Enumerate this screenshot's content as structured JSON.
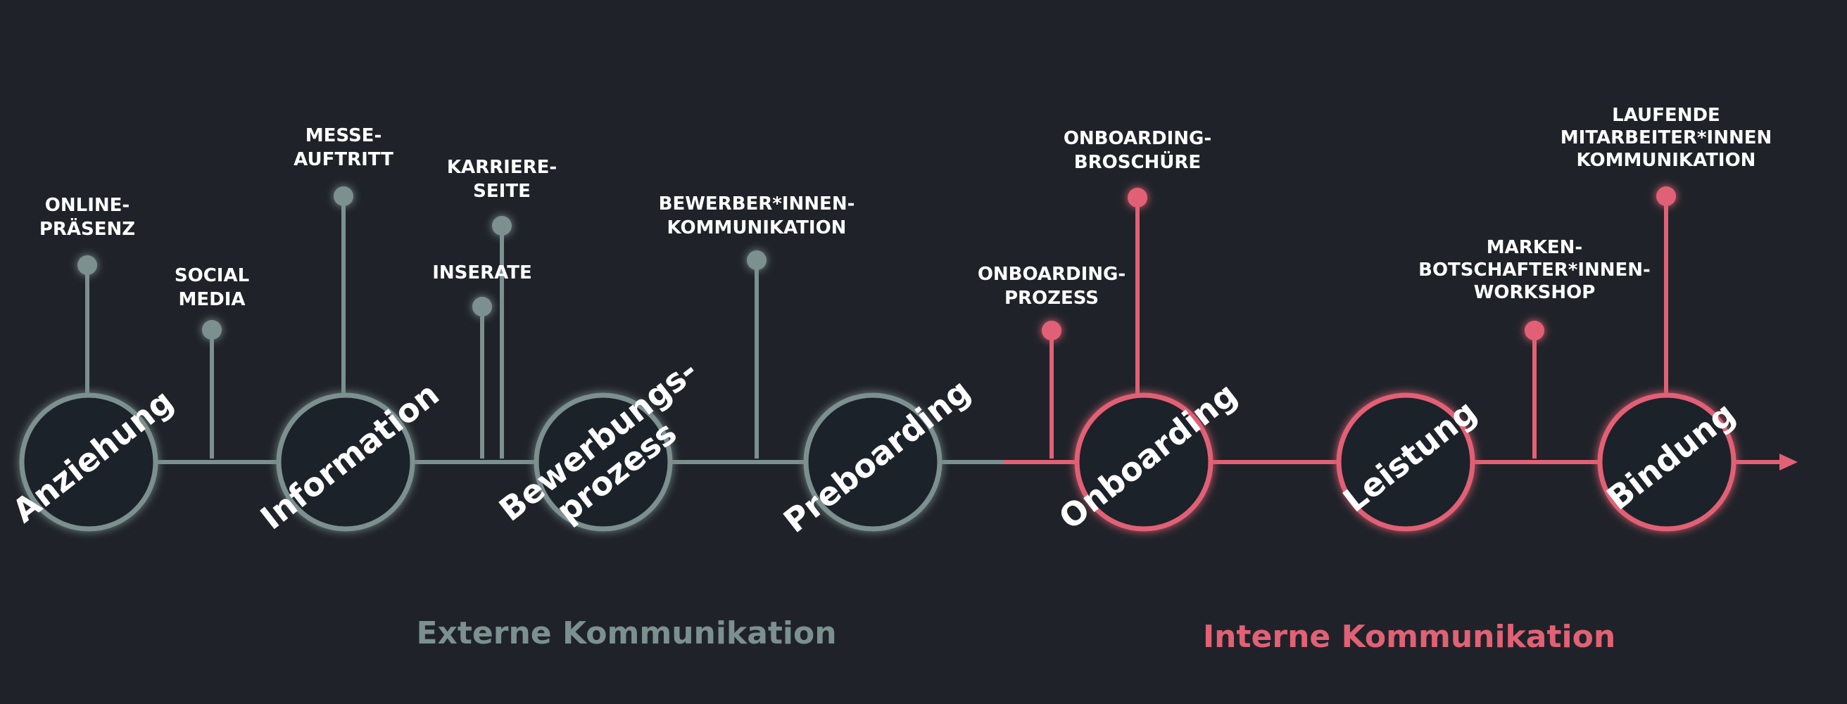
{
  "colors": {
    "background": "#1f2329",
    "external": "#7b908f",
    "internal": "#e26175",
    "text": "#ffffff"
  },
  "stages": [
    {
      "lines": [
        "Anziehung"
      ],
      "group": "external"
    },
    {
      "lines": [
        "Information"
      ],
      "group": "external"
    },
    {
      "lines": [
        "Bewerbungs-",
        "prozess"
      ],
      "group": "external"
    },
    {
      "lines": [
        "Preboarding"
      ],
      "group": "external"
    },
    {
      "lines": [
        "Onboarding"
      ],
      "group": "internal"
    },
    {
      "lines": [
        "Leistung"
      ],
      "group": "internal"
    },
    {
      "lines": [
        "Bindung"
      ],
      "group": "internal"
    }
  ],
  "touchpoints": [
    {
      "lines": [
        "ONLINE-",
        "PRÄSENZ"
      ],
      "group": "external"
    },
    {
      "lines": [
        "SOCIAL",
        "MEDIA"
      ],
      "group": "external"
    },
    {
      "lines": [
        "MESSE-",
        "AUFTRITT"
      ],
      "group": "external"
    },
    {
      "lines": [
        "INSERATE"
      ],
      "group": "external"
    },
    {
      "lines": [
        "KARRIERE-",
        "SEITE"
      ],
      "group": "external"
    },
    {
      "lines": [
        "BEWERBER*INNEN-",
        "KOMMUNIKATION"
      ],
      "group": "external"
    },
    {
      "lines": [
        "ONBOARDING-",
        "PROZESS"
      ],
      "group": "internal"
    },
    {
      "lines": [
        "ONBOARDING-",
        "BROSCHÜRE"
      ],
      "group": "internal"
    },
    {
      "lines": [
        "MARKEN-",
        "BOTSCHAFTER*INNEN-",
        "WORKSHOP"
      ],
      "group": "internal"
    },
    {
      "lines": [
        "LAUFENDE",
        "MITARBEITER*INNEN",
        "KOMMUNIKATION"
      ],
      "group": "internal"
    }
  ],
  "sections": {
    "external": "Externe Kommunikation",
    "internal": "Interne Kommunikation"
  }
}
